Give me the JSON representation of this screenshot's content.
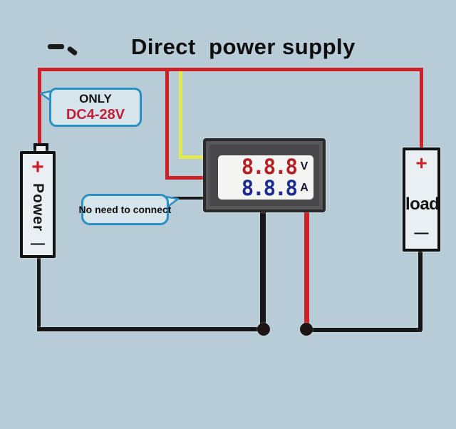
{
  "title": "Direct  power supply",
  "colors": {
    "bg": "#b7ccd6",
    "wire-red": "#ce2127",
    "wire-yellow": "#e4e951",
    "wire-black": "#161616",
    "bubble-border": "#2a8fc2",
    "bubble-fill": "#d6e5ec",
    "accent-red-text": "#c2203a",
    "digit-red": "#b51f22",
    "digit-blue": "#1c2d8f",
    "meter-frame": "#47474a",
    "display-bg": "#f4f4f2",
    "component-fill": "#e9eff2"
  },
  "callouts": {
    "only_line1": "ONLY",
    "only_line2": "DC4-28V",
    "no_connect": "No need to connect"
  },
  "battery": {
    "plus": "+",
    "label": "Power",
    "minus": "—"
  },
  "load": {
    "plus": "+",
    "label": "load",
    "minus": "—"
  },
  "meter": {
    "volt_reading": "8.8.8",
    "volt_unit": "V",
    "amp_reading": "8.8.8",
    "amp_unit": "A"
  }
}
